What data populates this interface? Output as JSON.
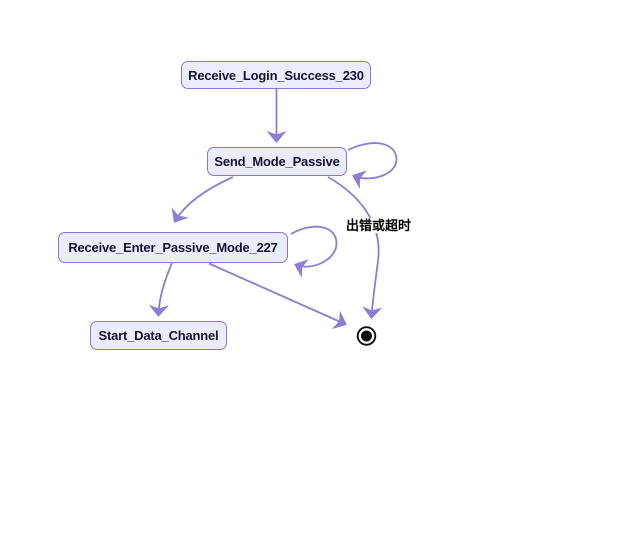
{
  "diagram": {
    "type": "state-diagram",
    "background": "#ffffff",
    "colors": {
      "node_fill": "#ececff",
      "node_border": "#9370db",
      "edge_stroke": "#8e7cd8",
      "node_text": "#131333",
      "edge_label_text": "#000000",
      "final_state": "#111111"
    },
    "nodes": [
      {
        "id": "Receive_Login_Success_230",
        "label": "Receive_Login_Success_230"
      },
      {
        "id": "Send_Mode_Passive",
        "label": "Send_Mode_Passive"
      },
      {
        "id": "Receive_Enter_Passive_Mode_227",
        "label": "Receive_Enter_Passive_Mode_227"
      },
      {
        "id": "Start_Data_Channel",
        "label": "Start_Data_Channel"
      }
    ],
    "final_state": {
      "present": true,
      "shape": "double-circle"
    },
    "edges": [
      {
        "from": "Receive_Login_Success_230",
        "to": "Send_Mode_Passive",
        "label": ""
      },
      {
        "from": "Send_Mode_Passive",
        "to": "Send_Mode_Passive",
        "label": ""
      },
      {
        "from": "Send_Mode_Passive",
        "to": "Receive_Enter_Passive_Mode_227",
        "label": ""
      },
      {
        "from": "Receive_Enter_Passive_Mode_227",
        "to": "Receive_Enter_Passive_Mode_227",
        "label": ""
      },
      {
        "from": "Receive_Enter_Passive_Mode_227",
        "to": "Start_Data_Channel",
        "label": ""
      },
      {
        "from": "Receive_Enter_Passive_Mode_227",
        "to": "final",
        "label": ""
      },
      {
        "from": "Send_Mode_Passive",
        "to": "final",
        "label": "出错或超时"
      }
    ]
  }
}
